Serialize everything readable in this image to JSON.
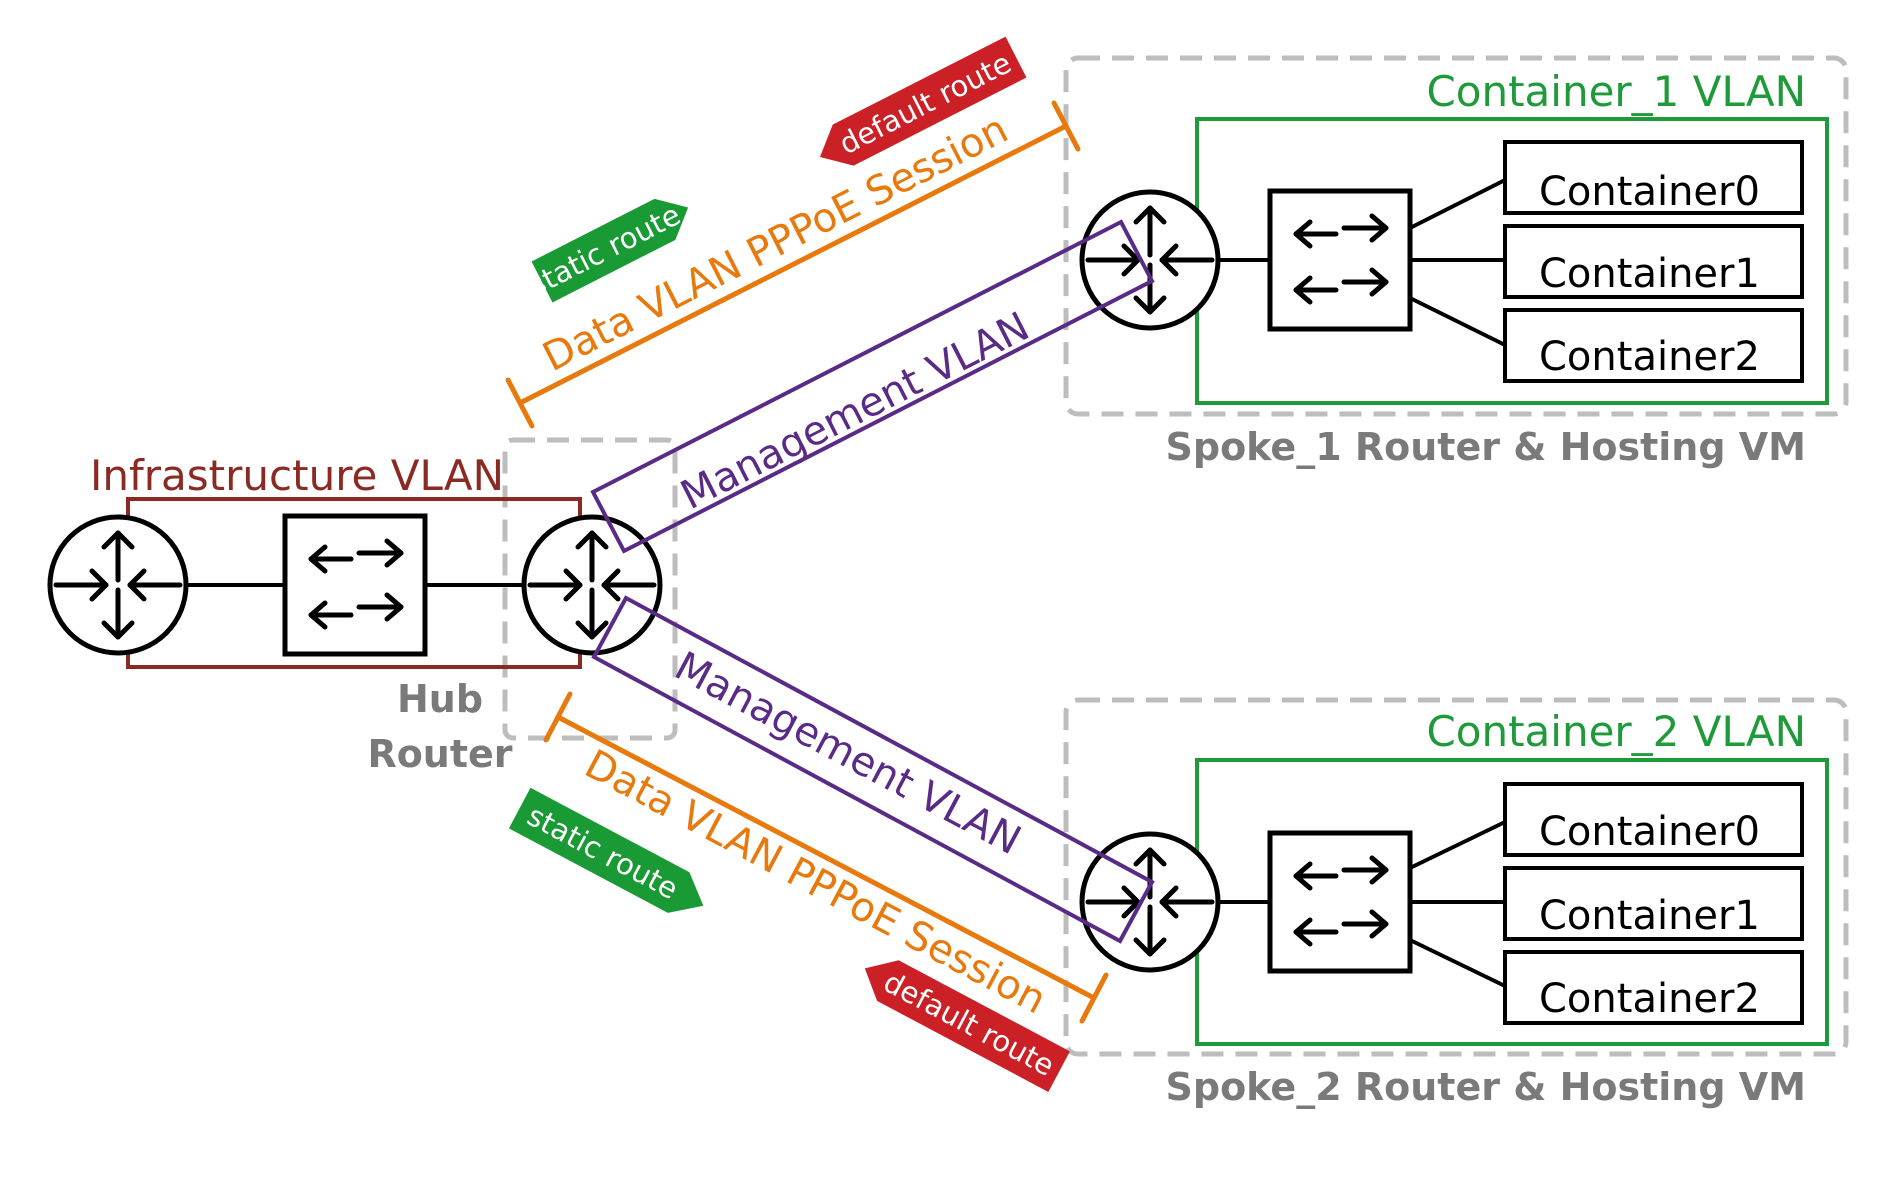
{
  "hub": {
    "infra_label": "Infrastructure VLAN",
    "label_line1": "Hub",
    "label_line2": "Router"
  },
  "spoke1": {
    "container_vlan_label": "Container_1 VLAN",
    "vm_label": "Spoke_1 Router & Hosting VM",
    "containers": [
      "Container0",
      "Container1",
      "Container2"
    ]
  },
  "spoke2": {
    "container_vlan_label": "Container_2 VLAN",
    "vm_label": "Spoke_2 Router & Hosting VM",
    "containers": [
      "Container0",
      "Container1",
      "Container2"
    ]
  },
  "links": {
    "data_session_upper": "Data VLAN PPPoE Session",
    "data_session_lower": "Data VLAN PPPoE Session",
    "management_upper": "Management VLAN",
    "management_lower": "Management VLAN"
  },
  "routes": {
    "static_upper": "static route",
    "default_upper": "default route",
    "static_lower": "static route",
    "default_lower": "default route"
  },
  "colors": {
    "vm_border": "#bdbdbd",
    "container_vlan": "#1f9a3a",
    "infrastructure_vlan": "#8b2a22",
    "data_session": "#e8790c",
    "management_vlan": "#5a2b86",
    "static_route": "#1a9a35",
    "default_route": "#cc2027"
  }
}
